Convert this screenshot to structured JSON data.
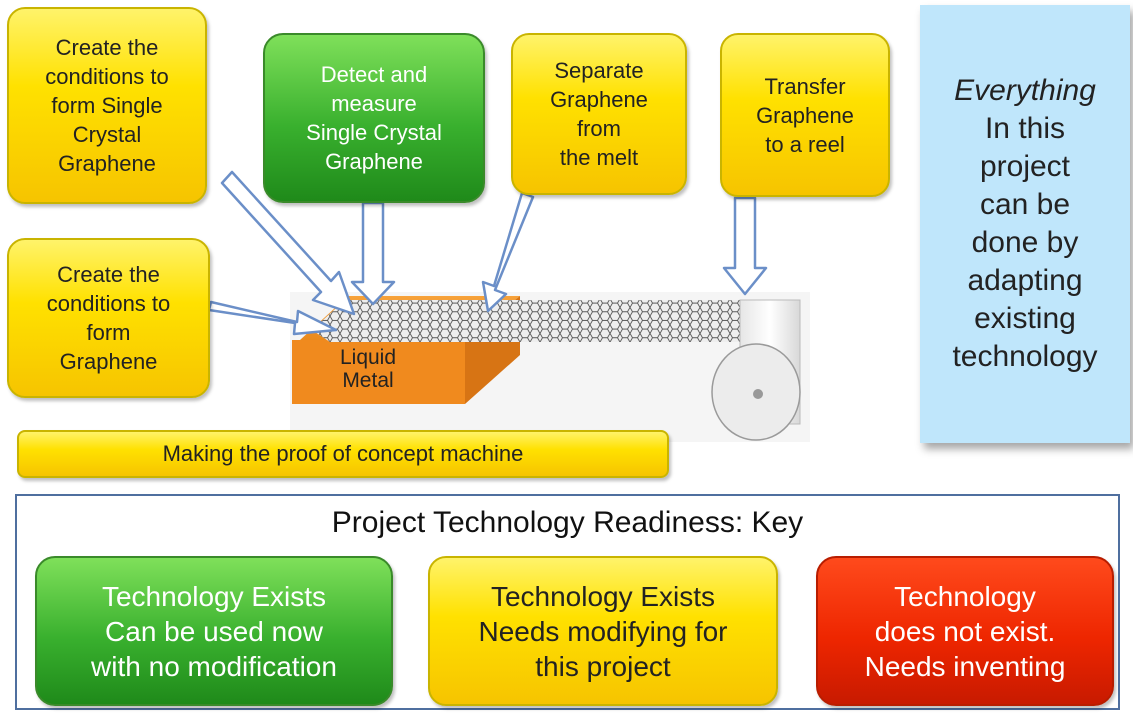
{
  "callouts": {
    "single_crystal_conditions": "Create the\nconditions to\nform Single\nCrystal\nGraphene",
    "detect_measure": "Detect and\nmeasure\nSingle Crystal\nGraphene",
    "separate": "Separate\nGraphene\nfrom\nthe melt",
    "transfer": "Transfer\nGraphene\nto a reel",
    "graphene_conditions": "Create the\nconditions to\nform\nGraphene"
  },
  "machine": {
    "liquid_metal_label": "Liquid\nMetal",
    "proof_of_concept": "Making the proof of concept machine"
  },
  "note": {
    "emphasis": "Everything",
    "body": "In this\nproject\ncan be\ndone by\nadapting\nexisting\ntechnology"
  },
  "key": {
    "title": "Project Technology Readiness: Key",
    "items": [
      {
        "label": "Technology Exists\nCan be used now\nwith no modification",
        "color": "#3cae2e"
      },
      {
        "label": "Technology Exists\nNeeds modifying for\nthis project",
        "color": "#ffe100"
      },
      {
        "label": "Technology\ndoes not exist.\nNeeds inventing",
        "color": "#ee2600"
      }
    ]
  },
  "colors": {
    "liquid_metal": "#f08a1e",
    "arrow_outline": "#6b8fc8",
    "note_background": "#bfe6fb"
  }
}
